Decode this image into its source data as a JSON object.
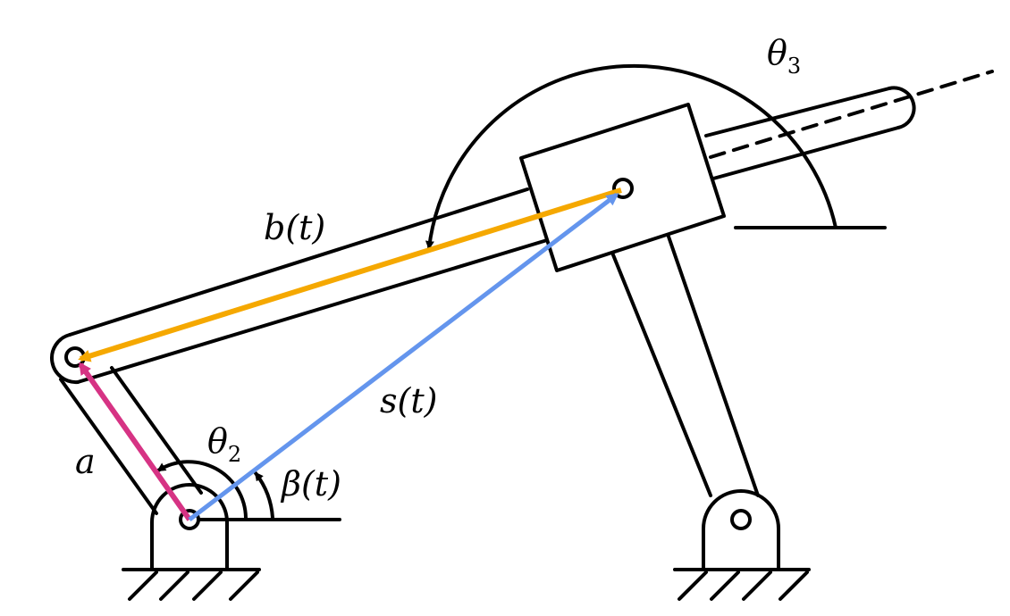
{
  "labels": {
    "b": "b(t)",
    "s": "s(t)",
    "a": "a",
    "beta": "β(t)",
    "theta2_base": "θ",
    "theta2_sub": "2",
    "theta3_base": "θ",
    "theta3_sub": "3"
  },
  "colors": {
    "a_vector": "#d63384",
    "b_vector": "#f5a800",
    "s_vector": "#6495ed",
    "outline": "#000000"
  }
}
